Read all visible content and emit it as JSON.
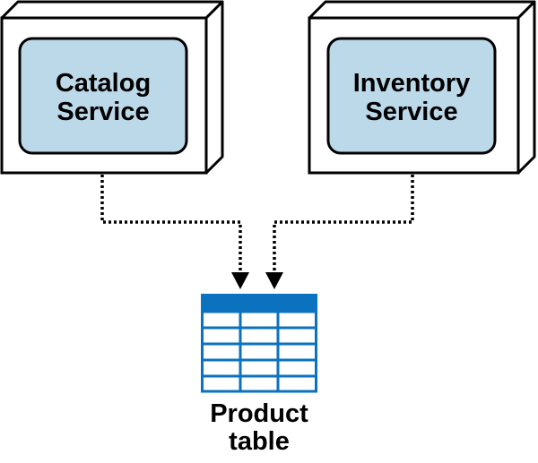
{
  "nodes": {
    "catalog_service": {
      "line1": "Catalog",
      "line2": "Service"
    },
    "inventory_service": {
      "line1": "Inventory",
      "line2": "Service"
    },
    "product_table": {
      "line1": "Product",
      "line2": "table"
    }
  },
  "colors": {
    "box_fill": "#ffffff",
    "box_stroke": "#000000",
    "inner_fill": "#bcd9ea",
    "table_blue": "#0a72bf",
    "connector": "#000000"
  }
}
